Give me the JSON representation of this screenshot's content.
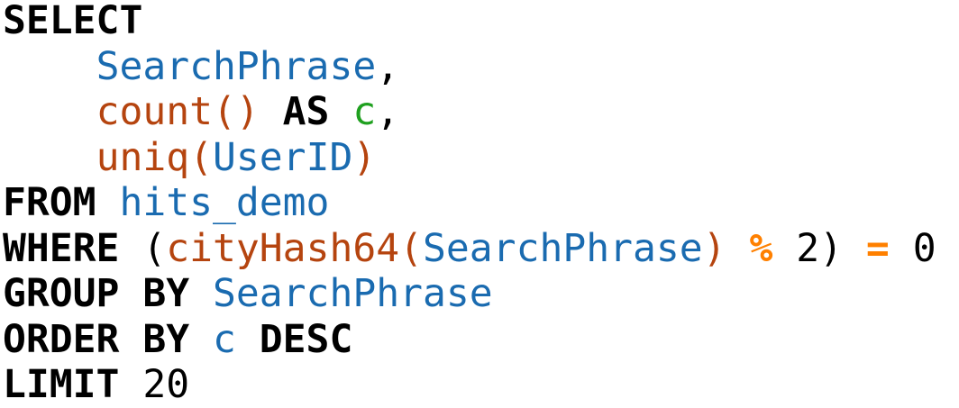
{
  "colors": {
    "keyword": "#000000",
    "identifier": "#1a6bb0",
    "function": "#b5440f",
    "alias": "#1fa01f",
    "operator": "#ff8000"
  },
  "code_lines": [
    [
      {
        "t": "kw",
        "v": "SELECT"
      }
    ],
    [
      {
        "t": "pl",
        "v": "    "
      },
      {
        "t": "id",
        "v": "SearchPhrase"
      },
      {
        "t": "pl",
        "v": ","
      }
    ],
    [
      {
        "t": "pl",
        "v": "    "
      },
      {
        "t": "fn",
        "v": "count()"
      },
      {
        "t": "pl",
        "v": " "
      },
      {
        "t": "kw",
        "v": "AS"
      },
      {
        "t": "pl",
        "v": " "
      },
      {
        "t": "al",
        "v": "c"
      },
      {
        "t": "pl",
        "v": ","
      }
    ],
    [
      {
        "t": "pl",
        "v": "    "
      },
      {
        "t": "fn",
        "v": "uniq("
      },
      {
        "t": "id",
        "v": "UserID"
      },
      {
        "t": "fn",
        "v": ")"
      }
    ],
    [
      {
        "t": "kw",
        "v": "FROM"
      },
      {
        "t": "pl",
        "v": " "
      },
      {
        "t": "id",
        "v": "hits_demo"
      }
    ],
    [
      {
        "t": "kw",
        "v": "WHERE"
      },
      {
        "t": "pl",
        "v": " ("
      },
      {
        "t": "fn",
        "v": "cityHash64("
      },
      {
        "t": "id",
        "v": "SearchPhrase"
      },
      {
        "t": "fn",
        "v": ")"
      },
      {
        "t": "pl",
        "v": " "
      },
      {
        "t": "op",
        "v": "%"
      },
      {
        "t": "pl",
        "v": " 2) "
      },
      {
        "t": "op",
        "v": "="
      },
      {
        "t": "pl",
        "v": " 0"
      }
    ],
    [
      {
        "t": "kw",
        "v": "GROUP BY"
      },
      {
        "t": "pl",
        "v": " "
      },
      {
        "t": "id",
        "v": "SearchPhrase"
      }
    ],
    [
      {
        "t": "kw",
        "v": "ORDER BY"
      },
      {
        "t": "pl",
        "v": " "
      },
      {
        "t": "id",
        "v": "c"
      },
      {
        "t": "pl",
        "v": " "
      },
      {
        "t": "kw",
        "v": "DESC"
      }
    ],
    [
      {
        "t": "kw",
        "v": "LIMIT"
      },
      {
        "t": "pl",
        "v": " 20"
      }
    ]
  ]
}
